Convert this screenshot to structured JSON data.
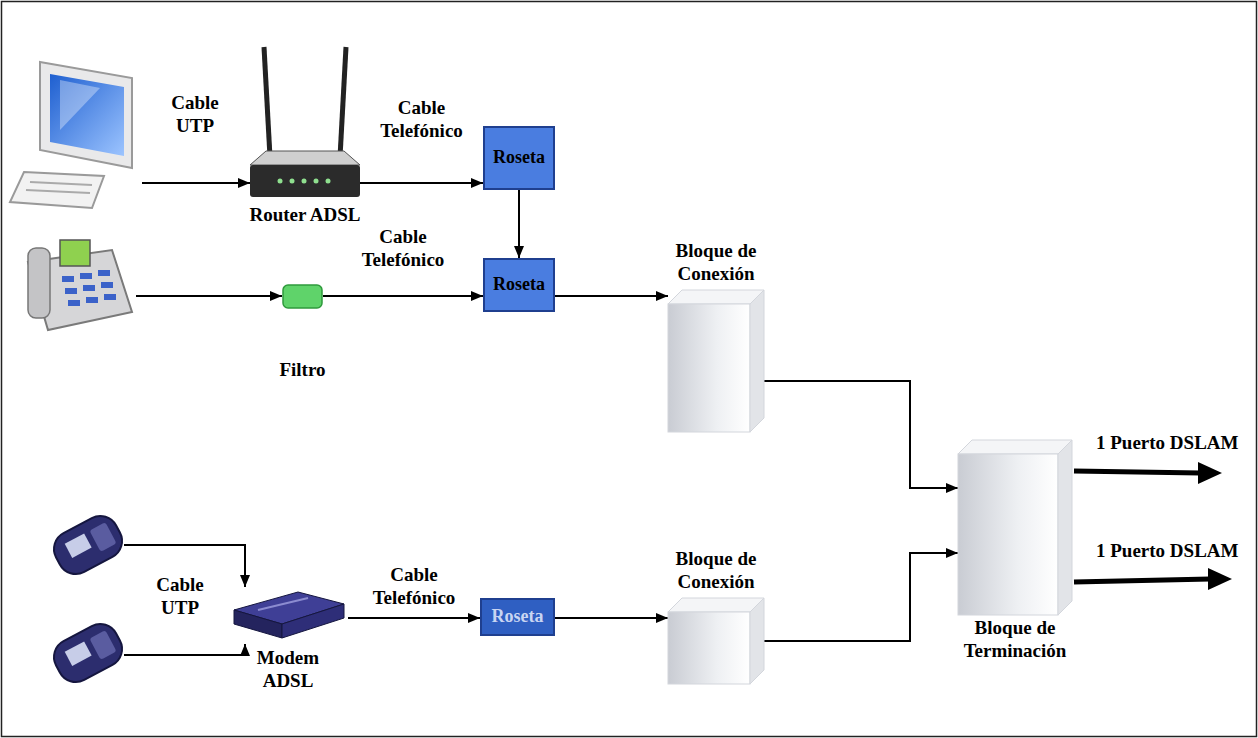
{
  "diagram": {
    "nodes": [
      {
        "text": [
          "Router ADSL"
        ]
      },
      {
        "text": [
          "Roseta"
        ]
      },
      {
        "text": [
          "Filtro"
        ]
      },
      {
        "text": [
          "Roseta"
        ]
      },
      {
        "text": [
          "Bloque de Conexión"
        ]
      },
      {
        "text": [
          "Modem ADSL"
        ]
      },
      {
        "text": [
          "Roseta"
        ]
      },
      {
        "text": [
          "Bloque de Conexión"
        ]
      },
      {
        "text": [
          "Bloque de Terminación"
        ]
      }
    ],
    "edges": [
      {
        "from": 0,
        "to": 1,
        "arrow": "to",
        "label": "Cable Telefónico"
      },
      {
        "from": 1,
        "to": 3,
        "arrow": "to"
      },
      {
        "from": 2,
        "to": 3,
        "arrow": "to",
        "label": "Cable Telefónico"
      },
      {
        "from": 3,
        "to": 4,
        "arrow": "to"
      },
      {
        "from": 4,
        "to": 8,
        "arrow": "to"
      },
      {
        "from": 5,
        "to": 6,
        "arrow": "to",
        "label": "Cable Telefónico"
      },
      {
        "from": 6,
        "to": 7,
        "arrow": "to"
      },
      {
        "from": 7,
        "to": 8,
        "arrow": "to"
      }
    ],
    "labels": [
      "Cable UTP",
      "Cable UTP",
      "1 Puerto DSLAM",
      "1 Puerto DSLAM"
    ]
  }
}
